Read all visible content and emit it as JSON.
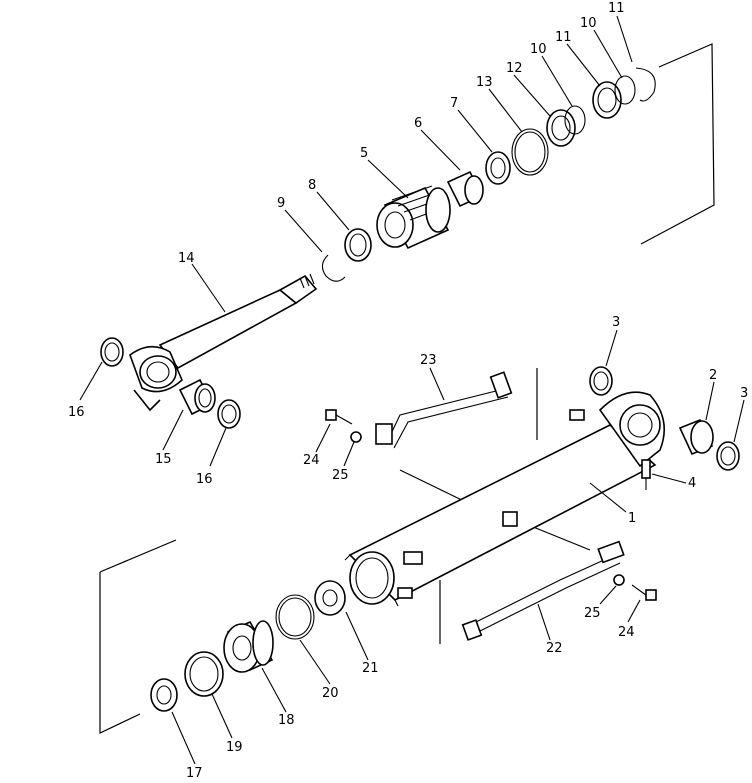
{
  "diagram": {
    "labels": [
      "1",
      "2",
      "3",
      "3",
      "4",
      "5",
      "6",
      "7",
      "8",
      "9",
      "10",
      "10",
      "11",
      "11",
      "12",
      "13",
      "14",
      "15",
      "16",
      "16",
      "17",
      "18",
      "19",
      "20",
      "21",
      "22",
      "23",
      "24",
      "24",
      "25",
      "25"
    ]
  }
}
